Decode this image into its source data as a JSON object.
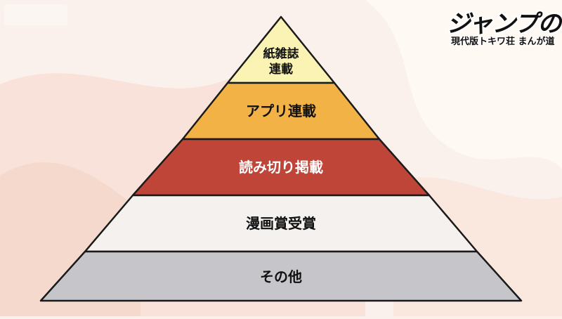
{
  "logo": {
    "title": "ジャンプの夢",
    "subtitle": "現代版トキワ荘 まんが道"
  },
  "pyramid": {
    "levels": [
      {
        "label": "紙雑誌\n連載",
        "color": "#fbf3b4"
      },
      {
        "label": "アプリ連載",
        "color": "#f3b246"
      },
      {
        "label": "読み切り掲載",
        "color": "#bf4538"
      },
      {
        "label": "漫画賞受賞",
        "color": "#f4f1ee"
      },
      {
        "label": "その他",
        "color": "#c6c5ca"
      }
    ],
    "outline_color": "#1a1a1a"
  },
  "background": {
    "colors": [
      "#fbf1ec",
      "#f6d9cc",
      "#fffaf6"
    ]
  }
}
